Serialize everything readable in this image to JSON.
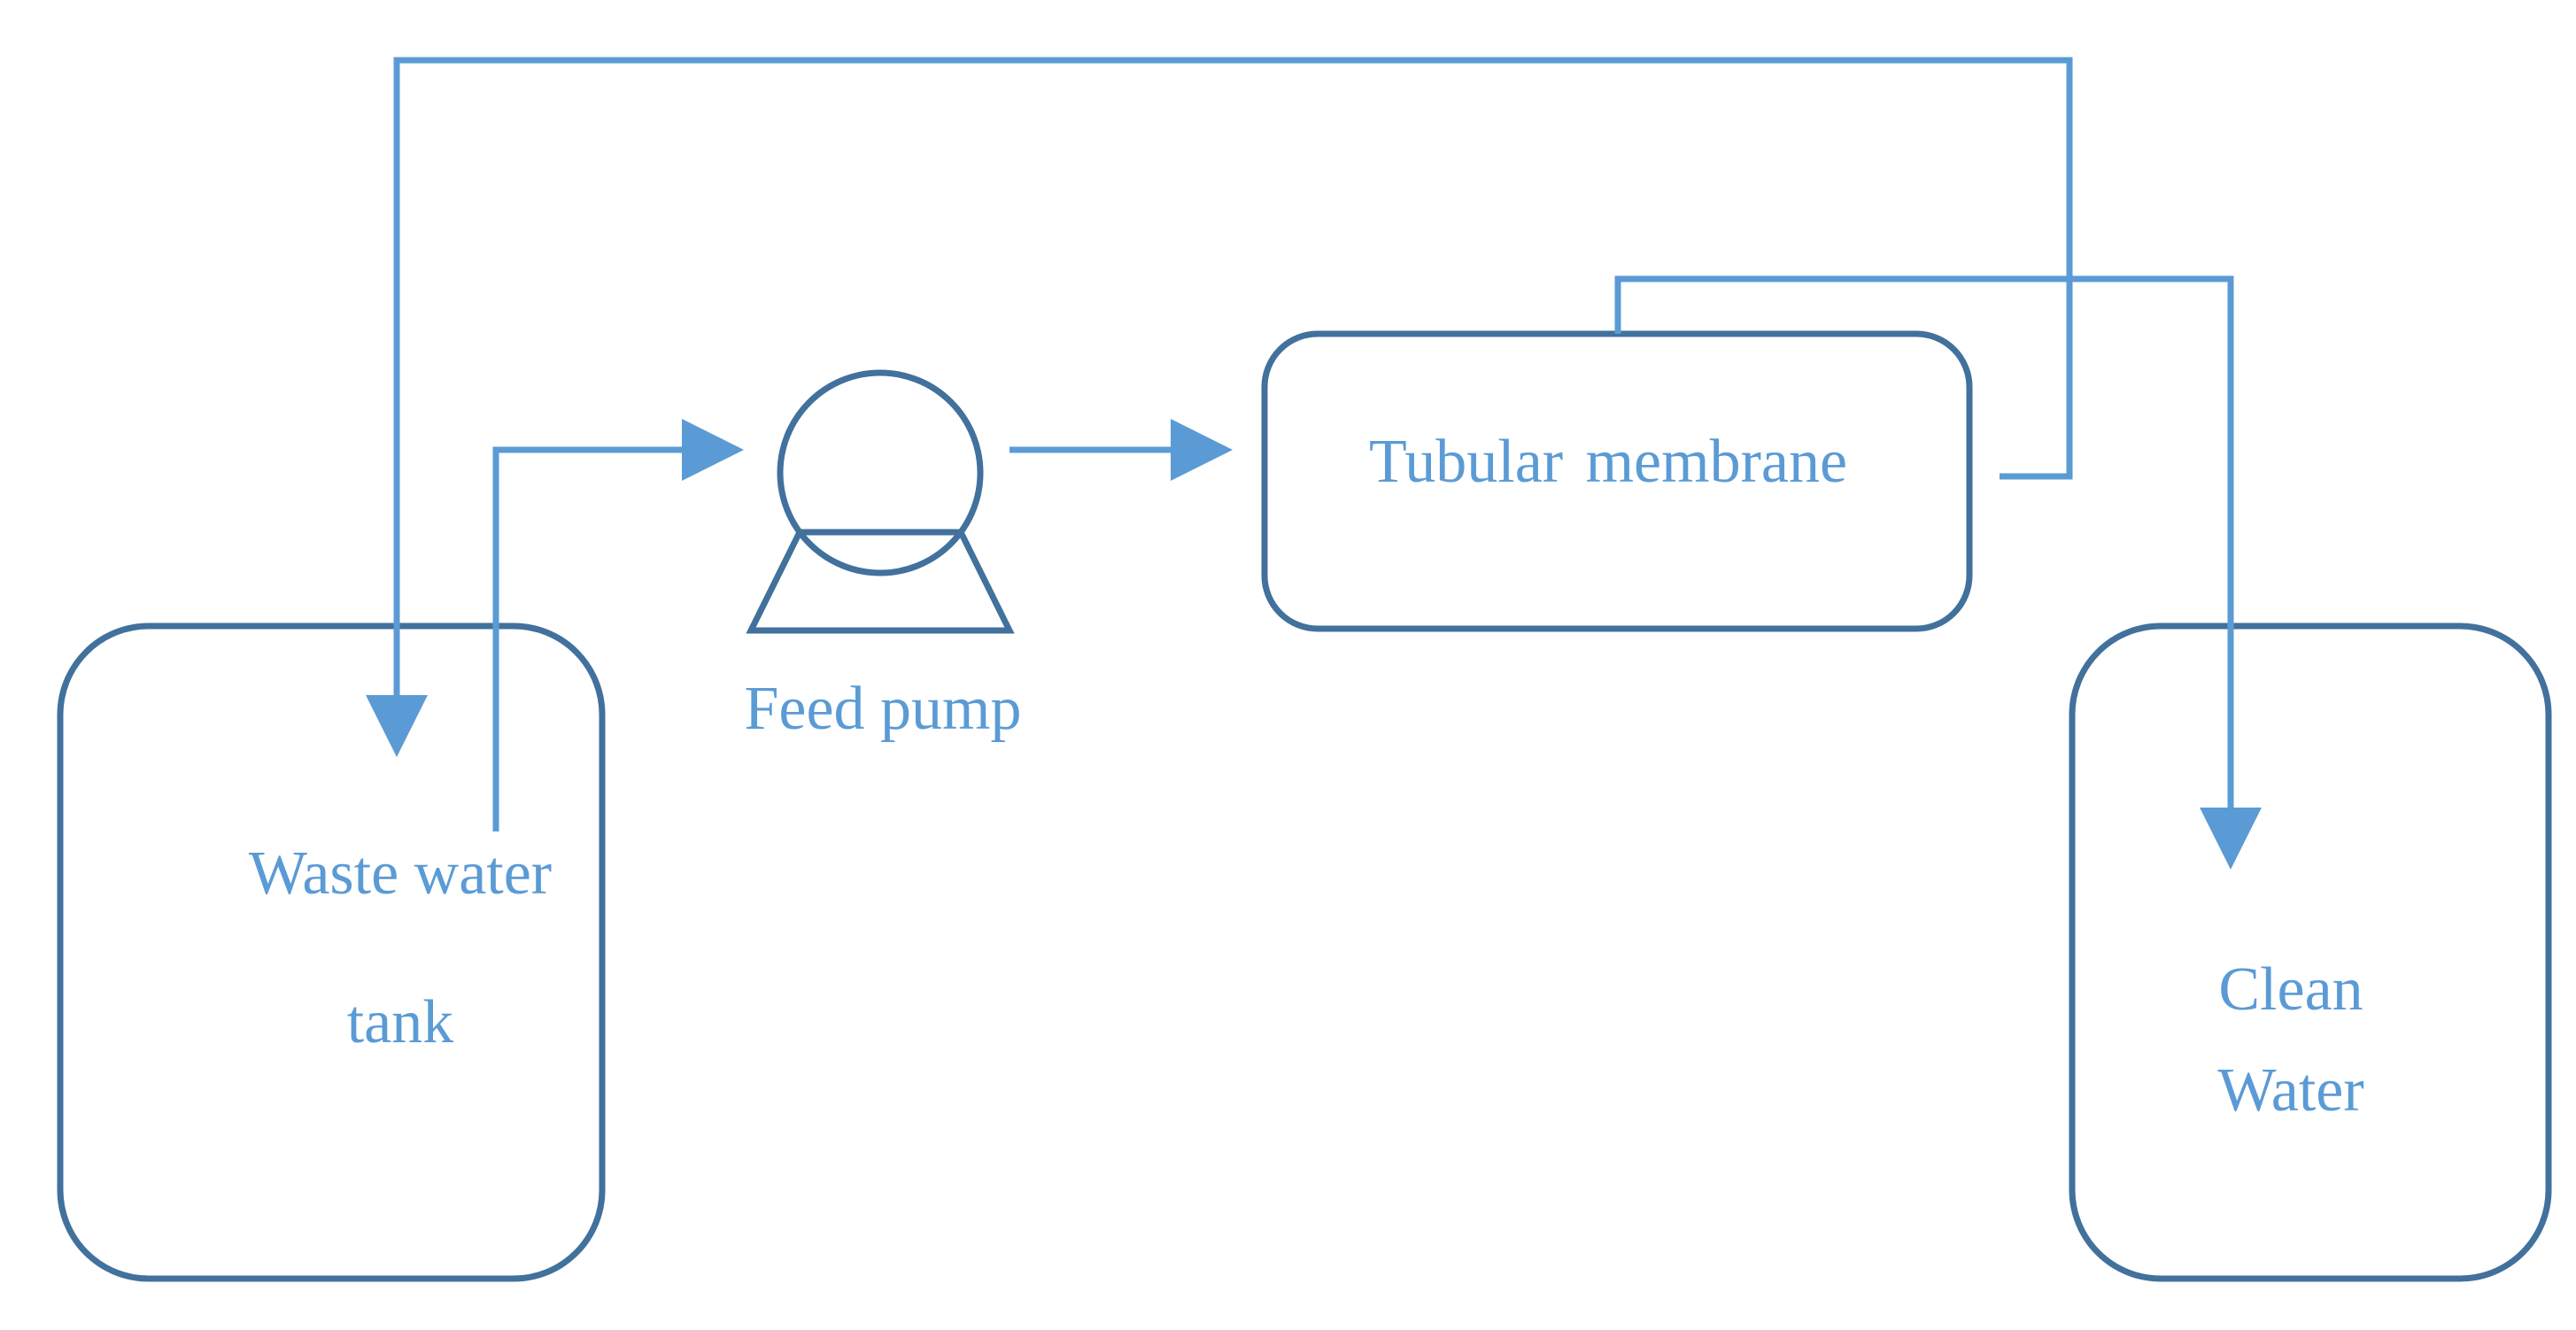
{
  "colors": {
    "container_stroke": "#41719C",
    "flow_line": "#5B9BD5",
    "label_text": "#5B9BD5",
    "background": "#FFFFFF"
  },
  "components": {
    "waste_tank": {
      "label_line1": "Waste water",
      "label_line2": "tank"
    },
    "feed_pump": {
      "label": "Feed pump",
      "icon": "pump-icon"
    },
    "membrane": {
      "label_part1": "Tubular",
      "label_part2": "membrane"
    },
    "clean_tank": {
      "label_line1": "Clean",
      "label_line2": "Water"
    }
  }
}
